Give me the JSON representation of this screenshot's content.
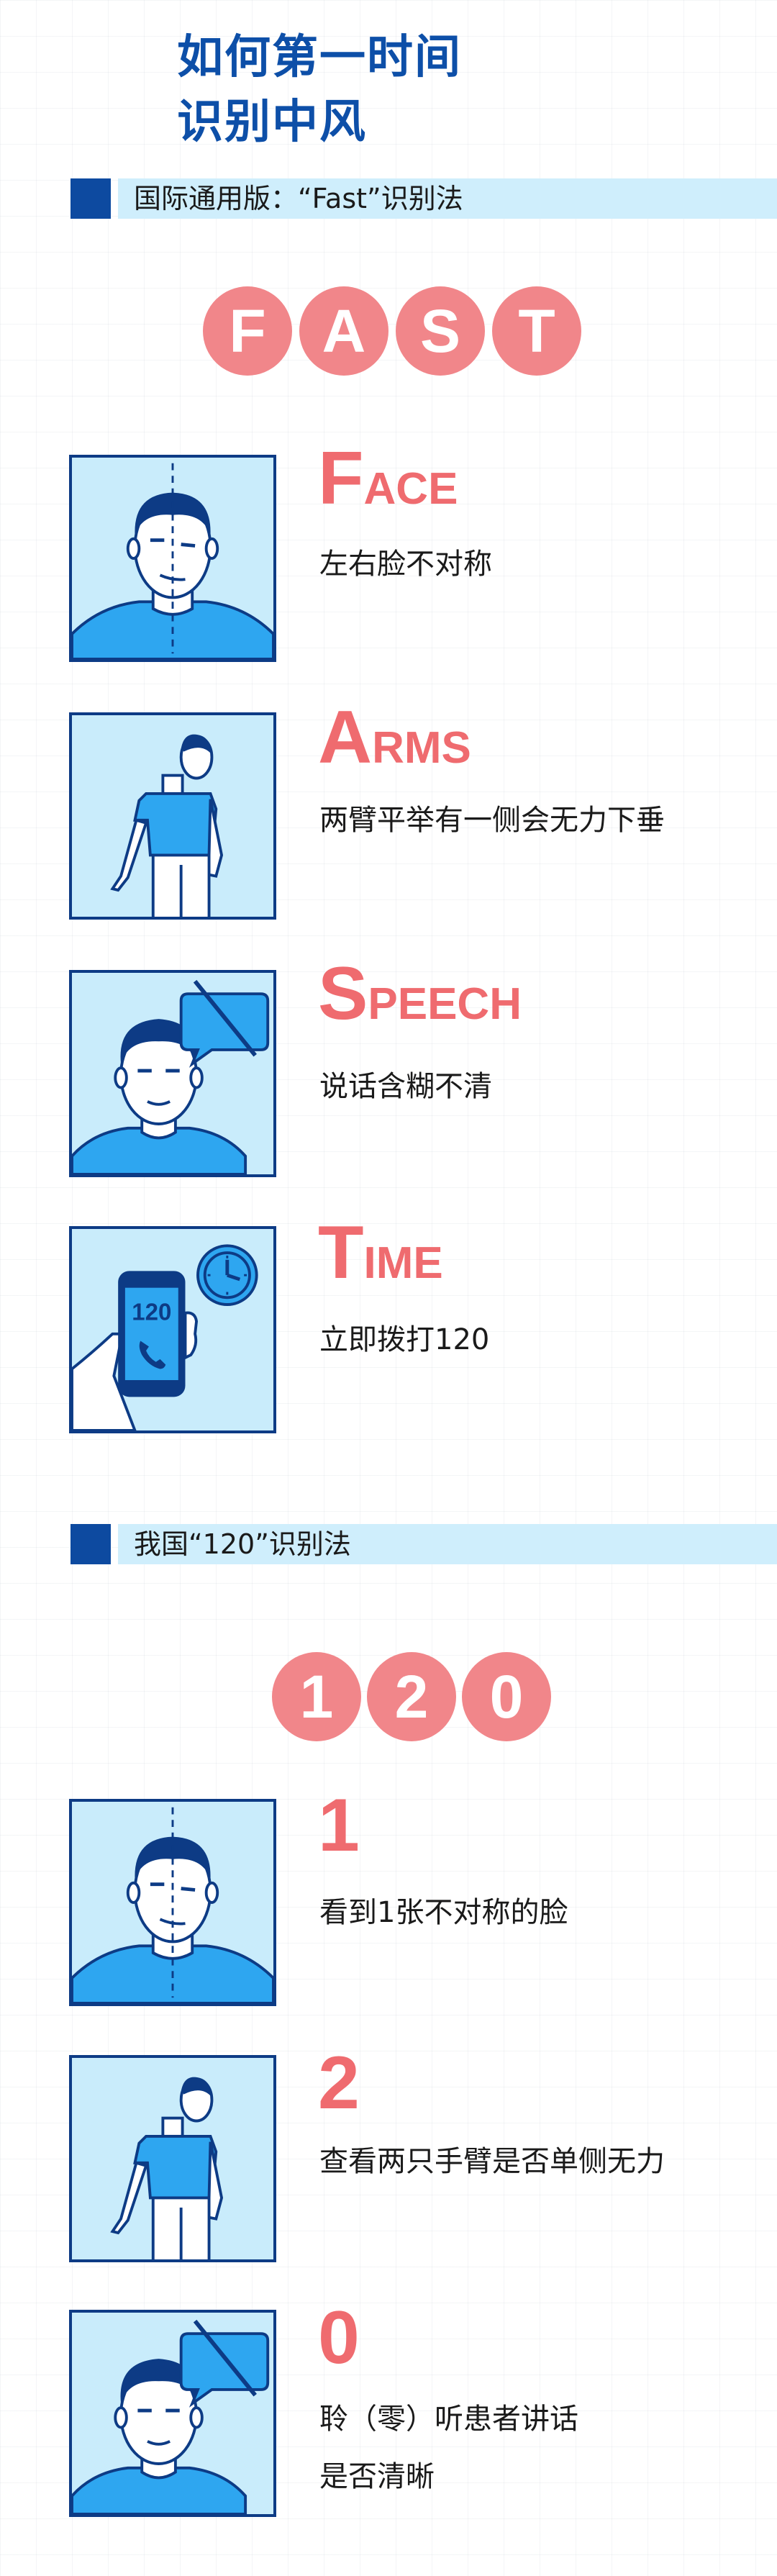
{
  "title": {
    "line1": "如何第一时间",
    "line2": "识别中风"
  },
  "section_fast": {
    "label": "国际通用版：“Fast”识别法",
    "letters": [
      "F",
      "A",
      "S",
      "T"
    ]
  },
  "fast_items": [
    {
      "letter": "F",
      "rest": "ACE",
      "desc": "左右脸不对称",
      "icon": "face-asymmetry-icon"
    },
    {
      "letter": "A",
      "rest": "RMS",
      "desc": "两臂平举有一侧会无力下垂",
      "icon": "arm-weakness-icon"
    },
    {
      "letter": "S",
      "rest": "PEECH",
      "desc": "说话含糊不清",
      "icon": "speech-icon"
    },
    {
      "letter": "T",
      "rest": "IME",
      "desc": "立即拨打120",
      "icon": "phone-call-icon",
      "phone_text": "120"
    }
  ],
  "section_120": {
    "label": "我国“120”识别法",
    "digits": [
      "1",
      "2",
      "0"
    ]
  },
  "items_120": [
    {
      "digit": "1",
      "desc": "看到1张不对称的脸",
      "icon": "face-asymmetry-icon"
    },
    {
      "digit": "2",
      "desc": "查看两只手臂是否单侧无力",
      "icon": "arm-weakness-icon"
    },
    {
      "digit": "0",
      "desc_line1": "聆（零）听患者讲话",
      "desc_line2": "是否清晰",
      "icon": "speech-icon"
    }
  ],
  "colors": {
    "title_blue": "#0d4fa8",
    "accent_pink": "#f1868a",
    "heading_red": "#ef6b6f",
    "card_bg": "#c9ecfb",
    "shirt_blue": "#2ea6f0"
  }
}
